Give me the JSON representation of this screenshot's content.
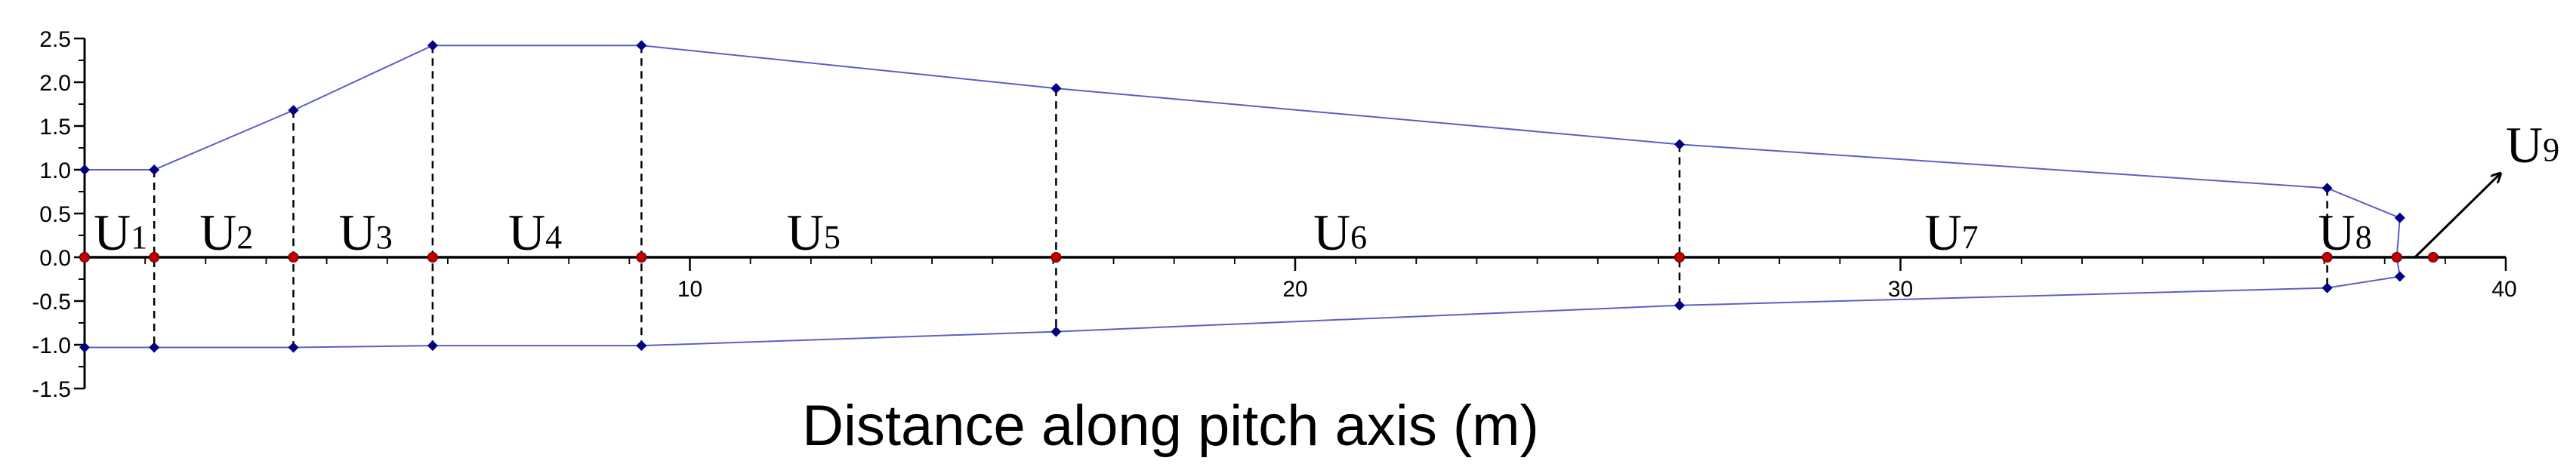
{
  "chart_data": {
    "type": "line",
    "title": "",
    "xlabel": "Distance along pitch axis (m)",
    "ylabel": "",
    "xlim": [
      0,
      40
    ],
    "ylim": [
      -1.5,
      2.5
    ],
    "x_ticks": [
      10,
      20,
      30,
      40
    ],
    "x_tick_labels": [
      "10",
      "20",
      "30",
      "40"
    ],
    "y_ticks": [
      2.5,
      2.0,
      1.5,
      1.0,
      0.5,
      0.0,
      -0.5,
      -1.0,
      -1.5
    ],
    "y_tick_labels": [
      "2.5",
      "2.0",
      "1.5",
      "1.0",
      "0.5",
      "0.0",
      "-0.5",
      "-1.0",
      "-1.5"
    ],
    "grid": false,
    "series": [
      {
        "role": "upper-edge",
        "color": "#5b5fc7",
        "marker_color": "#000080",
        "x": [
          0,
          1.15,
          3.45,
          5.75,
          9.2,
          16.05,
          26.35,
          37.05,
          38.25
        ],
        "y": [
          1.0,
          1.0,
          1.68,
          2.42,
          2.42,
          1.93,
          1.29,
          0.79,
          0.45
        ]
      },
      {
        "role": "lower-edge",
        "color": "#5b5fc7",
        "marker_color": "#000080",
        "x": [
          0,
          1.15,
          3.45,
          5.75,
          9.2,
          16.05,
          26.35,
          37.05,
          38.25
        ],
        "y": [
          -1.03,
          -1.03,
          -1.03,
          -1.01,
          -1.01,
          -0.85,
          -0.55,
          -0.35,
          -0.22
        ]
      },
      {
        "role": "pitch-axis-nodes",
        "marker_color": "#c00000",
        "x": [
          0,
          1.15,
          3.45,
          5.75,
          9.2,
          16.05,
          26.35,
          37.05,
          38.2,
          38.8
        ],
        "y": [
          0,
          0,
          0,
          0,
          0,
          0,
          0,
          0,
          0,
          0
        ]
      }
    ],
    "dividers_x": [
      1.15,
      3.45,
      5.75,
      9.2,
      16.05,
      26.35,
      37.05
    ],
    "segment_labels": [
      {
        "name": "U",
        "sub": "1",
        "x": 0.15,
        "y": 0.05
      },
      {
        "name": "U",
        "sub": "2",
        "x": 1.9,
        "y": 0.05
      },
      {
        "name": "U",
        "sub": "3",
        "x": 4.2,
        "y": 0.05
      },
      {
        "name": "U",
        "sub": "4",
        "x": 7.0,
        "y": 0.05
      },
      {
        "name": "U",
        "sub": "5",
        "x": 11.6,
        "y": 0.05
      },
      {
        "name": "U",
        "sub": "6",
        "x": 20.3,
        "y": 0.05
      },
      {
        "name": "U",
        "sub": "7",
        "x": 30.4,
        "y": 0.05
      },
      {
        "name": "U",
        "sub": "8",
        "x": 36.9,
        "y": 0.05
      },
      {
        "name": "U",
        "sub": "9",
        "x": 40.0,
        "y": 1.05
      }
    ],
    "u9_arrow": {
      "from": [
        38.5,
        0
      ],
      "to": [
        39.9,
        0.95
      ]
    }
  }
}
